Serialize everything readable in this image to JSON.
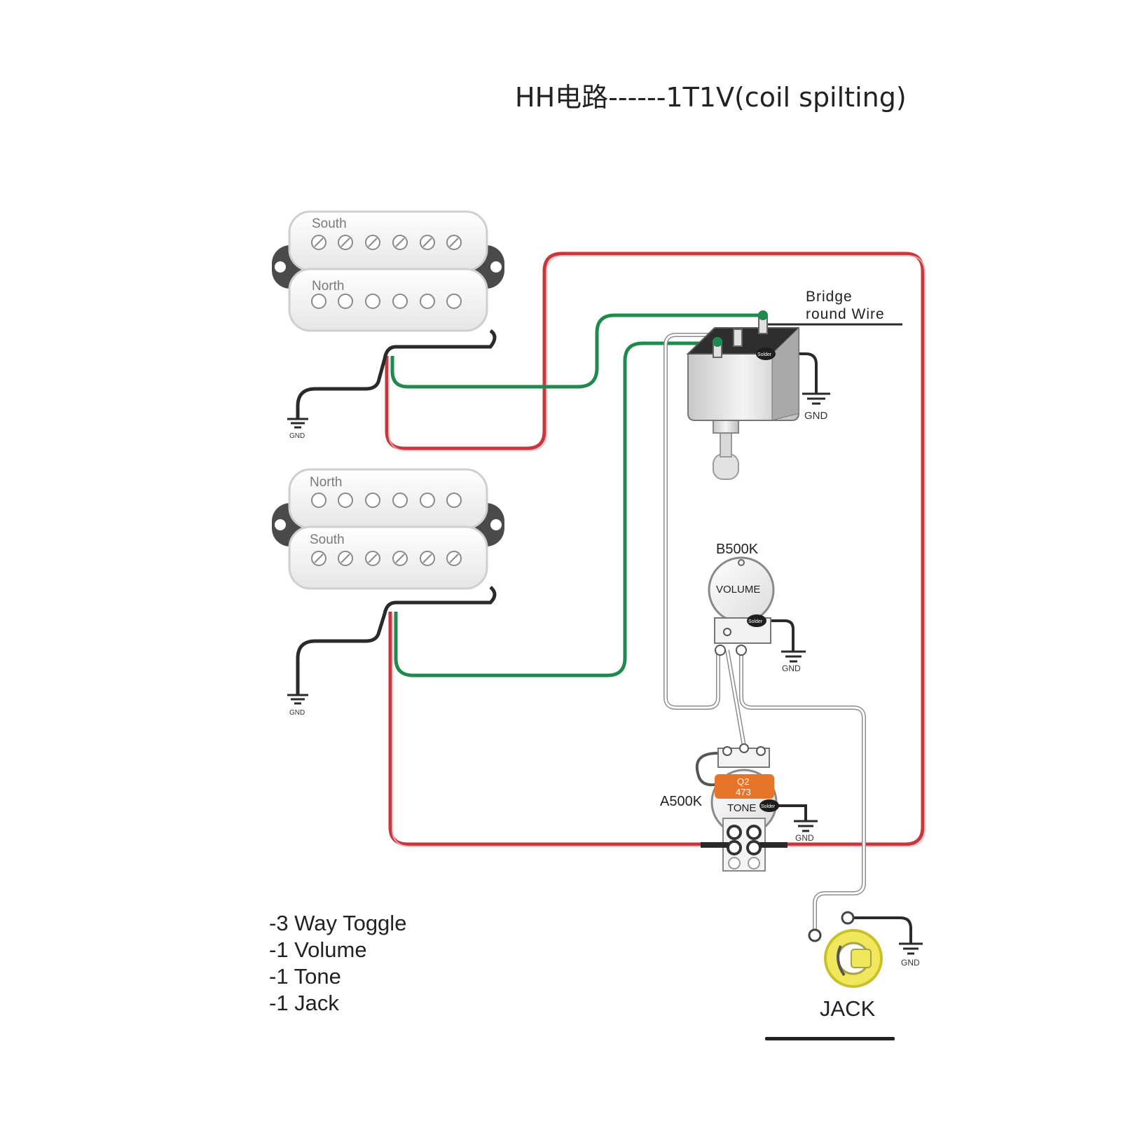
{
  "title": "HH电路------1T1V(coil spilting)",
  "pickup_neck": {
    "top_coil": "South",
    "bottom_coil": "North"
  },
  "pickup_bridge": {
    "top_coil": "North",
    "bottom_coil": "South"
  },
  "ground_label": "GND",
  "toggle": {
    "annotation_line1": "Bridge",
    "annotation_line2": "round Wire",
    "solder_label": "Solder"
  },
  "volume_pot": {
    "value": "B500K",
    "name": "VOLUME",
    "solder_label": "Solder"
  },
  "tone_pot": {
    "value": "A500K",
    "name": "TONE",
    "cap_line1": "Q2",
    "cap_line2": "473",
    "solder_label": "Solder"
  },
  "jack": {
    "label": "JACK"
  },
  "parts_list": [
    "-3 Way Toggle",
    "-1 Volume",
    "-1 Tone",
    "-1 Jack"
  ],
  "colors": {
    "red_wire": "#c8363e",
    "green_wire": "#1e8a4d",
    "ground_wire": "#2a2a2a",
    "signal_wire": "#9a9a9a",
    "cap_orange": "#e8742a",
    "jack_yellow": "#f0e85a"
  }
}
